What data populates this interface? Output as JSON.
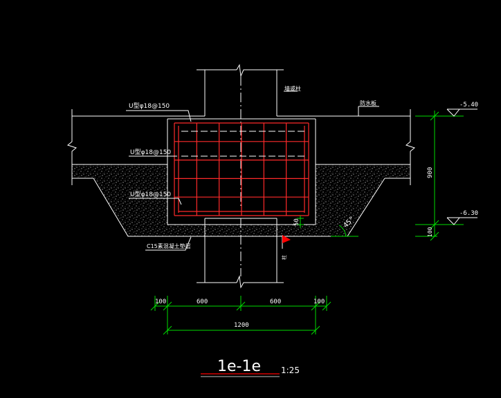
{
  "title": {
    "section": "1e-1e",
    "scale": "1:25"
  },
  "labels": {
    "bar_top": "U型φ18@150",
    "bar_mid": "U型φ18@150",
    "bar_bot": "U型φ18@150",
    "column_label": "墙或柱",
    "slab_label": "防水板",
    "cushion_label": "C15素混凝土垫层",
    "small_label": "柱"
  },
  "elevations": {
    "top": "-5.40",
    "bottom": "-6.30"
  },
  "dimensions": {
    "left_offset": "100",
    "left_half": "600",
    "right_half": "600",
    "right_offset": "100",
    "total_width": "1200",
    "depth": "900",
    "cushion": "100",
    "cover": "50",
    "angle": "45°"
  },
  "colors": {
    "background": "#000000",
    "lines": "#ffffff",
    "dimension": "#00dd00",
    "rebar": "#ff2a2a",
    "title_underline": "#ff0000"
  }
}
